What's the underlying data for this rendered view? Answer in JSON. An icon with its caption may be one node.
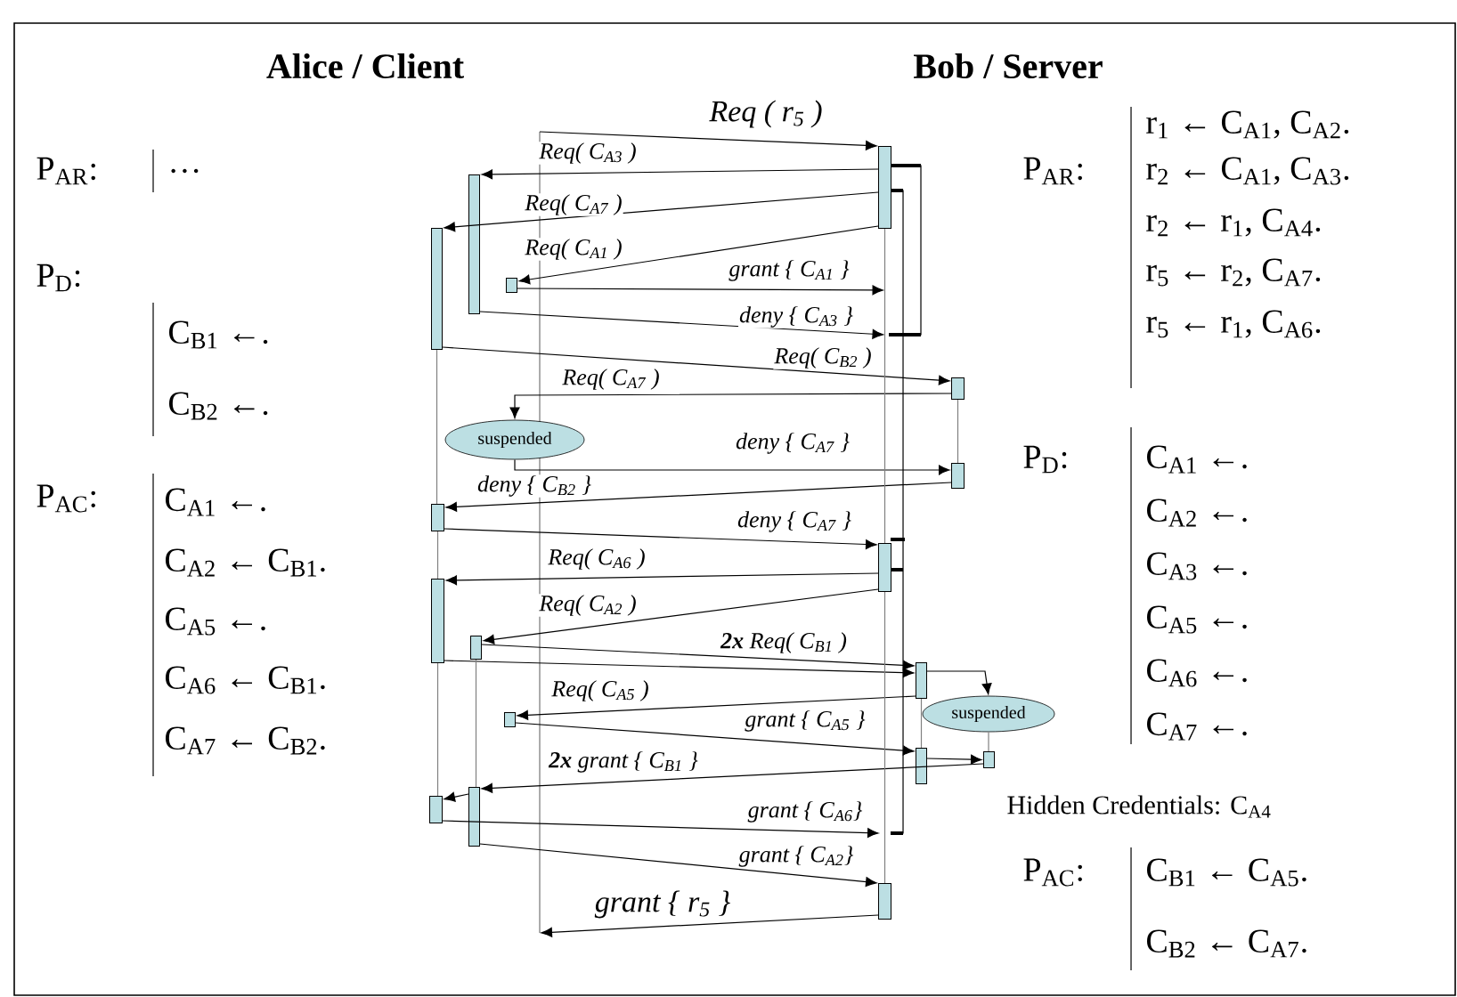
{
  "diagram": {
    "nodes": [
      {
        "text": [],
        "shape": "bar"
      },
      {
        "text": [],
        "shape": "bar"
      },
      {
        "text": [],
        "shape": "bar"
      },
      {
        "text": [],
        "shape": "bar"
      },
      {
        "text": [],
        "shape": "bar"
      },
      {
        "text": [
          "suspended"
        ]
      },
      {
        "text": [],
        "shape": "bar"
      },
      {
        "text": [],
        "shape": "bar"
      },
      {
        "text": [],
        "shape": "bar"
      },
      {
        "text": [],
        "shape": "bar"
      },
      {
        "text": [],
        "shape": "bar"
      },
      {
        "text": [],
        "shape": "bar"
      },
      {
        "text": [
          "suspended"
        ]
      },
      {
        "text": [],
        "shape": "bar"
      },
      {
        "text": [],
        "shape": "bar"
      },
      {
        "text": [],
        "shape": "bar"
      },
      {
        "text": [],
        "shape": "bar"
      },
      {
        "text": [],
        "shape": "bar"
      },
      {
        "text": [],
        "shape": "bar"
      }
    ],
    "edges": [
      {
        "from": null,
        "to": 0,
        "arrow": "to",
        "label": "Req ( r$_{5}$ )"
      },
      {
        "from": 0,
        "to": 1,
        "arrow": "to",
        "label": "Req( C$_{A3}$ )"
      },
      {
        "from": 0,
        "to": 2,
        "arrow": "to",
        "label": "Req( C$_{A7}$ )"
      },
      {
        "from": 0,
        "to": 3,
        "arrow": "to",
        "label": "Req( C$_{A1}$ )"
      },
      {
        "from": 3,
        "to": 0,
        "arrow": "to",
        "label": "grant { C$_{A1}$ }"
      },
      {
        "from": 1,
        "to": 0,
        "arrow": "to",
        "label": "deny { C$_{A3}$ }"
      },
      {
        "from": 2,
        "to": 4,
        "arrow": "to",
        "label": "Req( C$_{B2}$ )"
      },
      {
        "from": 4,
        "to": 5,
        "arrow": "to",
        "label": "Req( C$_{A7}$ )"
      },
      {
        "from": 5,
        "to": 6,
        "arrow": "to",
        "label": "deny { C$_{A7}$ }"
      },
      {
        "from": 6,
        "to": 7,
        "arrow": "to",
        "label": "deny { C$_{B2}$ }"
      },
      {
        "from": 7,
        "to": 8,
        "arrow": "to",
        "label": "deny { C$_{A7}$ }"
      },
      {
        "from": 8,
        "to": 9,
        "arrow": "to",
        "label": "Req( C$_{A6}$ )"
      },
      {
        "from": 8,
        "to": 10,
        "arrow": "to",
        "label": "Req( C$_{A2}$ )"
      },
      {
        "from": 10,
        "to": 11,
        "arrow": "to",
        "label": "**2x** Req( C$_{B1}$ )"
      },
      {
        "from": 9,
        "to": 11,
        "arrow": "to"
      },
      {
        "from": 11,
        "to": 12,
        "arrow": "to"
      },
      {
        "from": 11,
        "to": 13,
        "arrow": "to",
        "label": "Req( C$_{A5}$ )"
      },
      {
        "from": 13,
        "to": 14,
        "arrow": "to",
        "label": "grant { C$_{A5}$ }"
      },
      {
        "from": 14,
        "to": 15,
        "arrow": "to"
      },
      {
        "from": 15,
        "to": 16,
        "arrow": "to",
        "label": "**2x** grant { C$_{B1}$ }"
      },
      {
        "from": 16,
        "to": 17,
        "arrow": "to"
      },
      {
        "from": 17,
        "to": null,
        "arrow": "to",
        "label": "grant { C$_{A6}$}"
      },
      {
        "from": 16,
        "to": 18,
        "arrow": "to",
        "label": "grant { C$_{A2}$}"
      },
      {
        "from": 18,
        "to": null,
        "arrow": "to",
        "label": "grant { r$_{5}$ }"
      },
      {
        "from": 0,
        "to": 8,
        "arrow": "none",
        "color": "#808080"
      },
      {
        "from": 8,
        "to": 18,
        "arrow": "none",
        "color": "#808080"
      },
      {
        "from": 2,
        "to": 7,
        "arrow": "none",
        "color": "#808080"
      },
      {
        "from": 7,
        "to": 9,
        "arrow": "none",
        "color": "#808080"
      },
      {
        "from": 9,
        "to": 17,
        "arrow": "none",
        "color": "#808080"
      },
      {
        "from": 10,
        "to": 16,
        "arrow": "none",
        "color": "#808080"
      },
      {
        "from": 4,
        "to": 6,
        "arrow": "none",
        "color": "#808080"
      },
      {
        "from": 11,
        "to": 14,
        "arrow": "none",
        "color": "#808080"
      },
      {
        "from": 12,
        "to": 15,
        "arrow": "none",
        "color": "#808080"
      }
    ],
    "labels": [
      "Alice / Client",
      "Bob / Server",
      "P$_{AR}$:",
      "…",
      "P$_{D}$:",
      "C$_{B1}$ ←.",
      "C$_{B2}$ ←.",
      "P$_{AC}$:",
      "C$_{A1}$ ←.",
      "C$_{A2}$ ← C$_{B1}$.",
      "C$_{A5}$ ←.",
      "C$_{A6}$ ← C$_{B1}$.",
      "C$_{A7}$ ← C$_{B2}$.",
      "P$_{AR}$:",
      "r$_{1}$ ← C$_{A1}$, C$_{A2}$.",
      "r$_{2}$ ← C$_{A1}$, C$_{A3}$.",
      "r$_{2}$ ← r$_{1}$, C$_{A4}$.",
      "r$_{5}$ ← r$_{2}$, C$_{A7}$.",
      "r$_{5}$ ← r$_{1}$, C$_{A6}$.",
      "P$_{D}$:",
      "C$_{A1}$ ←.",
      "C$_{A2}$ ←.",
      "C$_{A3}$ ←.",
      "C$_{A5}$ ←.",
      "C$_{A6}$ ←.",
      "C$_{A7}$ ←.",
      "Hidden Credentials: C$_{A4}$",
      "P$_{AC}$:",
      "C$_{B1}$ ← C$_{A5}$.",
      "C$_{B2}$ ← C$_{A7}$."
    ]
  }
}
